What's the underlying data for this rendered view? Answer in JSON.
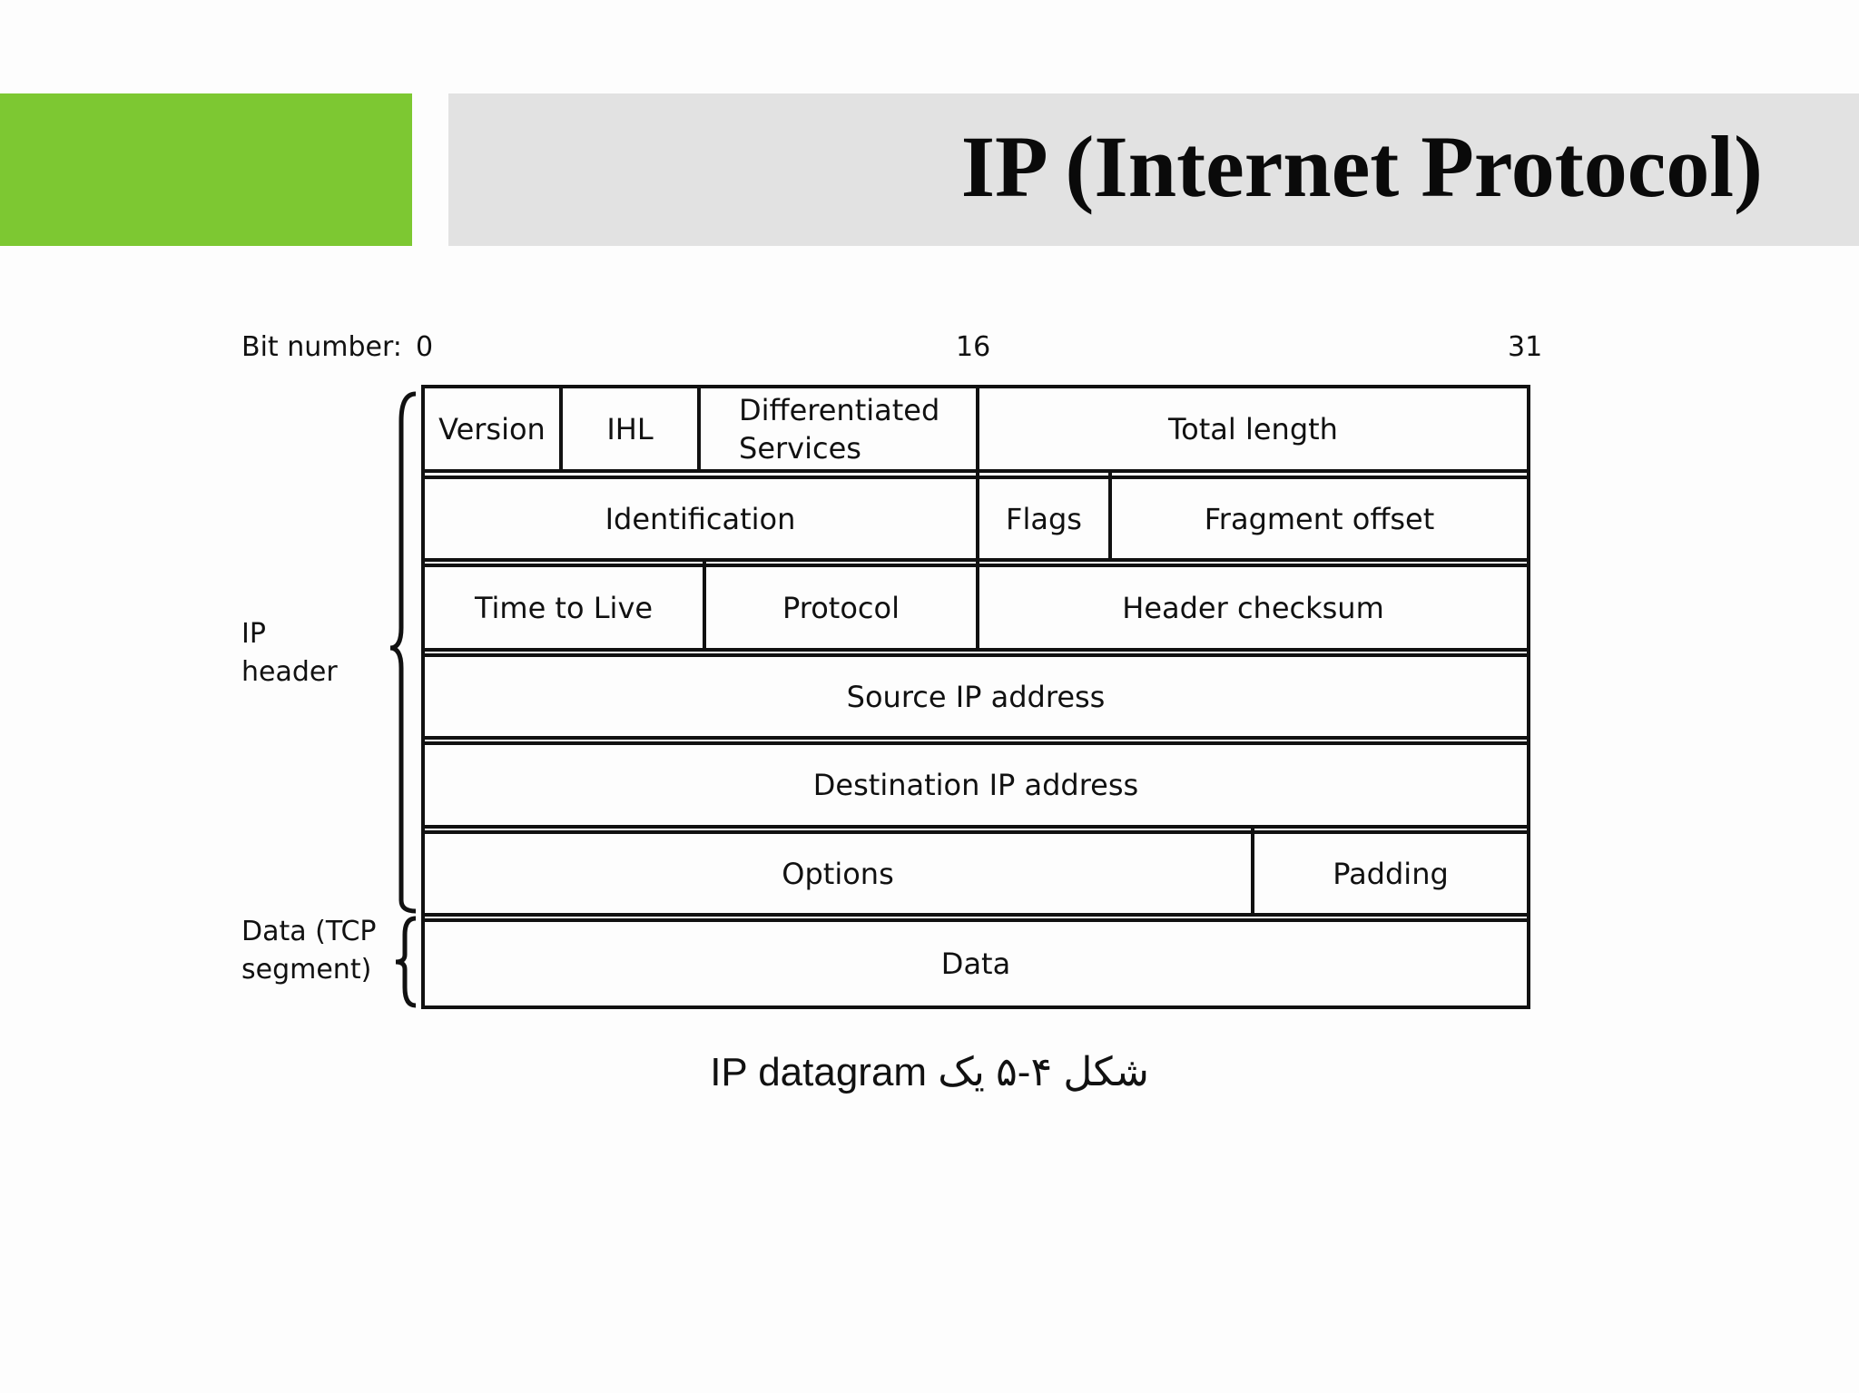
{
  "slide": {
    "title": "IP (Internet Protocol)",
    "caption": "IP datagram شکل ۴-۵ یک"
  },
  "diagram": {
    "bit_label": "Bit number:",
    "bit_0": "0",
    "bit_16": "16",
    "bit_31": "31",
    "group_ip_header": "IP\nheader",
    "group_data": "Data (TCP\nsegment)",
    "fields": {
      "version": "Version",
      "ihl": "IHL",
      "dscp": "Differentiated\nServices",
      "total_length": "Total length",
      "identification": "Identification",
      "flags": "Flags",
      "fragment_offset": "Fragment offset",
      "ttl": "Time to Live",
      "protocol": "Protocol",
      "header_checksum": "Header checksum",
      "source_ip": "Source IP address",
      "destination_ip": "Destination IP address",
      "options": "Options",
      "padding": "Padding",
      "data": "Data"
    }
  }
}
